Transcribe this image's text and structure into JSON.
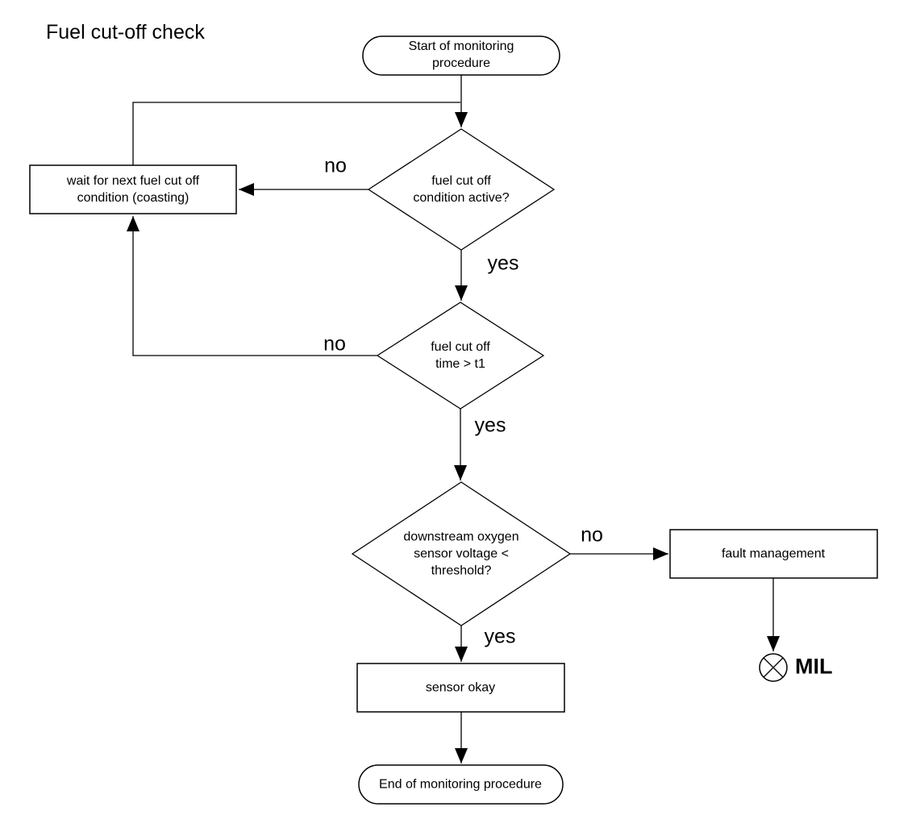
{
  "diagram": {
    "title": "Fuel cut-off check",
    "colors": {
      "background": "#ffffff",
      "line": "#000000",
      "text": "#000000"
    },
    "nodes": {
      "start": {
        "type": "terminator",
        "label": "Start of monitoring\nprocedure"
      },
      "decision_condition": {
        "type": "decision",
        "label": "fuel cut off\ncondition active?"
      },
      "wait": {
        "type": "process",
        "label": "wait for next fuel cut off\ncondition (coasting)"
      },
      "decision_time": {
        "type": "decision",
        "label": "fuel cut off\ntime > t1"
      },
      "decision_voltage": {
        "type": "decision",
        "label": "downstream oxygen\nsensor voltage <\nthreshold?"
      },
      "fault_management": {
        "type": "process",
        "label": "fault management"
      },
      "mil": {
        "type": "indicator-lamp",
        "label": "MIL"
      },
      "sensor_okay": {
        "type": "process",
        "label": "sensor okay"
      },
      "end": {
        "type": "terminator",
        "label": "End of monitoring procedure"
      }
    },
    "edge_labels": {
      "condition_no": "no",
      "condition_yes": "yes",
      "time_no": "no",
      "time_yes": "yes",
      "voltage_no": "no",
      "voltage_yes": "yes"
    }
  }
}
